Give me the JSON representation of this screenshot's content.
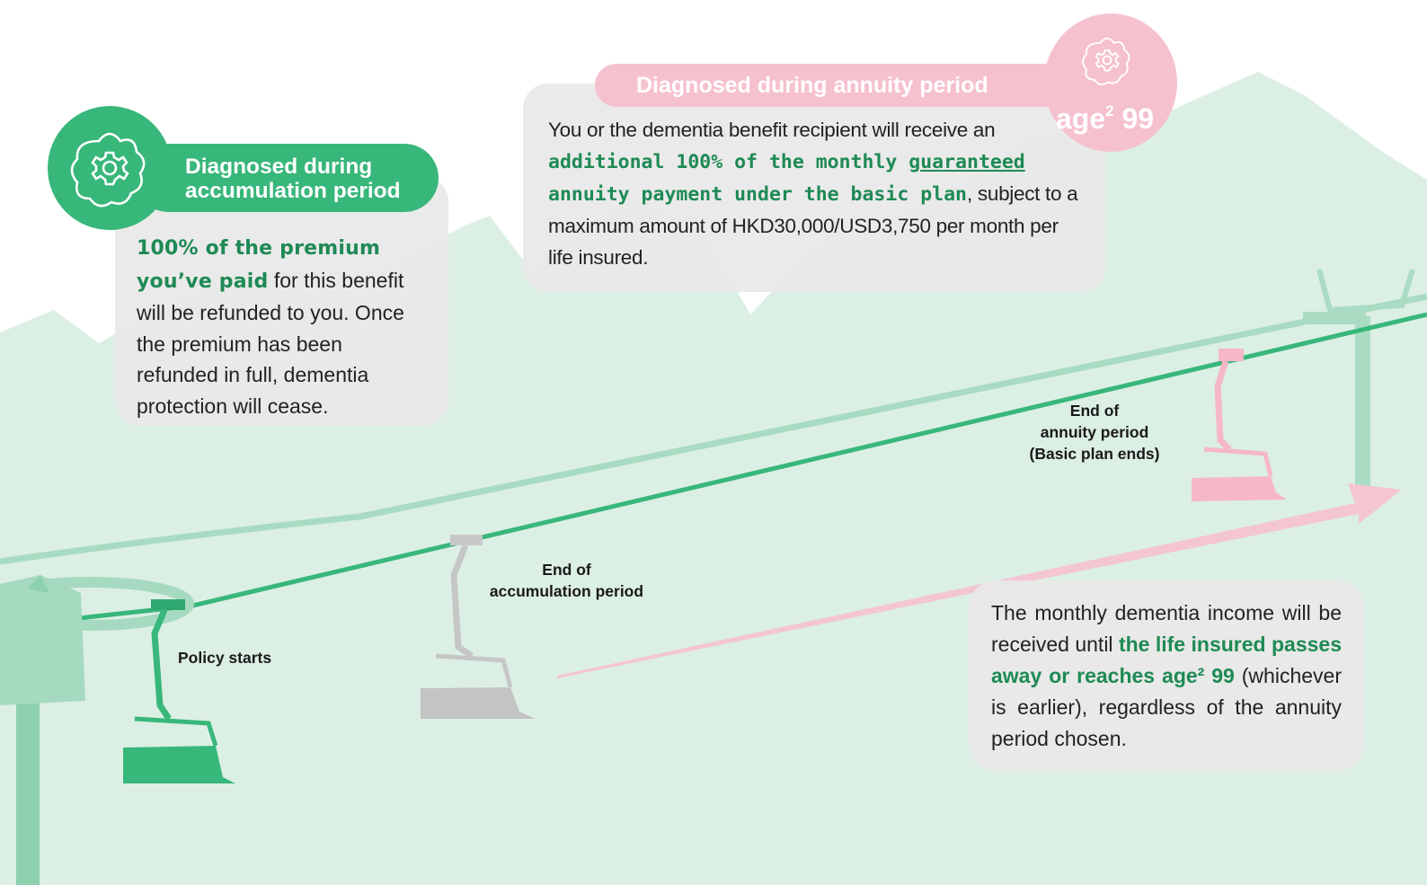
{
  "colors": {
    "green": "#38b77a",
    "green_text": "#1e8a55",
    "pink": "#f6c1ce",
    "mountain": "#dcefe4",
    "card": "#e8e8e8",
    "chair_gray": "#c4c4c4"
  },
  "accumulation": {
    "heading_line1": "Diagnosed during",
    "heading_line2": "accumulation period",
    "icon": "flower-gear-icon",
    "bold": "100% of the premium you’ve paid",
    "rest": " for this benefit will be refunded to you. Once the premium has been refunded in full, dementia protection will cease."
  },
  "annuity": {
    "heading": "Diagnosed during annuity period",
    "icon": "flower-gear-icon",
    "age_label": "age",
    "age_sup": "2",
    "age_value": "99",
    "intro": "You or the dementia benefit recipient will receive an ",
    "bold_a": "additional 100% of the monthly ",
    "bold_underlined": "guaranteed",
    "bold_b": "annuity payment under the basic plan",
    "rest": ", subject to a maximum amount of HKD30,000/USD3,750 per month per life insured."
  },
  "income": {
    "intro": "The monthly dementia income will be received until ",
    "bold": "the life insured passes away or reaches age² 99",
    "rest": " (whichever is earlier), regardless of the annuity period chosen."
  },
  "labels": {
    "policy_starts": "Policy starts",
    "end_accumulation_1": "End of",
    "end_accumulation_2": "accumulation period",
    "end_annuity_1": "End of",
    "end_annuity_2": "annuity period",
    "end_annuity_3": "(Basic plan ends)"
  }
}
